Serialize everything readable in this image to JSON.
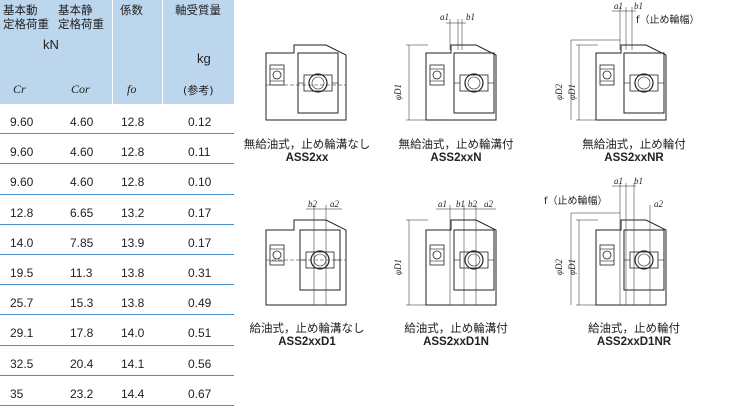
{
  "header": {
    "col1": [
      "基本動",
      "定格荷重"
    ],
    "col2": [
      "基本静",
      "定格荷重"
    ],
    "unit_kn": "kN",
    "col3": "係数",
    "col4": "軸受質量",
    "unit_kg": "kg",
    "sym1": "Cr",
    "sym2": "Cor",
    "sym3": "fo",
    "sym4": "(参考)"
  },
  "rows": [
    [
      "9.60",
      "4.60",
      "12.8",
      "0.12"
    ],
    [
      "9.60",
      "4.60",
      "12.8",
      "0.11"
    ],
    [
      "9.60",
      "4.60",
      "12.8",
      "0.10"
    ],
    [
      "12.8",
      "6.65",
      "13.2",
      "0.17"
    ],
    [
      "14.0",
      "7.85",
      "13.9",
      "0.17"
    ],
    [
      "19.5",
      "11.3",
      "13.8",
      "0.31"
    ],
    [
      "25.7",
      "15.3",
      "13.8",
      "0.49"
    ],
    [
      "29.1",
      "17.8",
      "14.0",
      "0.51"
    ],
    [
      "32.5",
      "20.4",
      "14.1",
      "0.56"
    ],
    [
      "35",
      "23.2",
      "14.4",
      "0.67"
    ]
  ],
  "figures": [
    {
      "desc": "無給油式，止め輪溝なし",
      "code": "ASS2xx"
    },
    {
      "desc": "無給油式，止め輪溝付",
      "code": "ASS2xxN"
    },
    {
      "desc": "無給油式，止め輪付",
      "code": "ASS2xxNR"
    },
    {
      "desc": "給油式，止め輪溝なし",
      "code": "ASS2xxD1"
    },
    {
      "desc": "給油式，止め輪溝付",
      "code": "ASS2xxD1N"
    },
    {
      "desc": "給油式，止め輪付",
      "code": "ASS2xxD1NR"
    }
  ],
  "dims": {
    "a1": "a1",
    "b1": "b1",
    "a2": "a2",
    "b2": "b2",
    "D1": "φD1",
    "D2": "φD2",
    "f_ring": "f（止め輪幅）"
  }
}
